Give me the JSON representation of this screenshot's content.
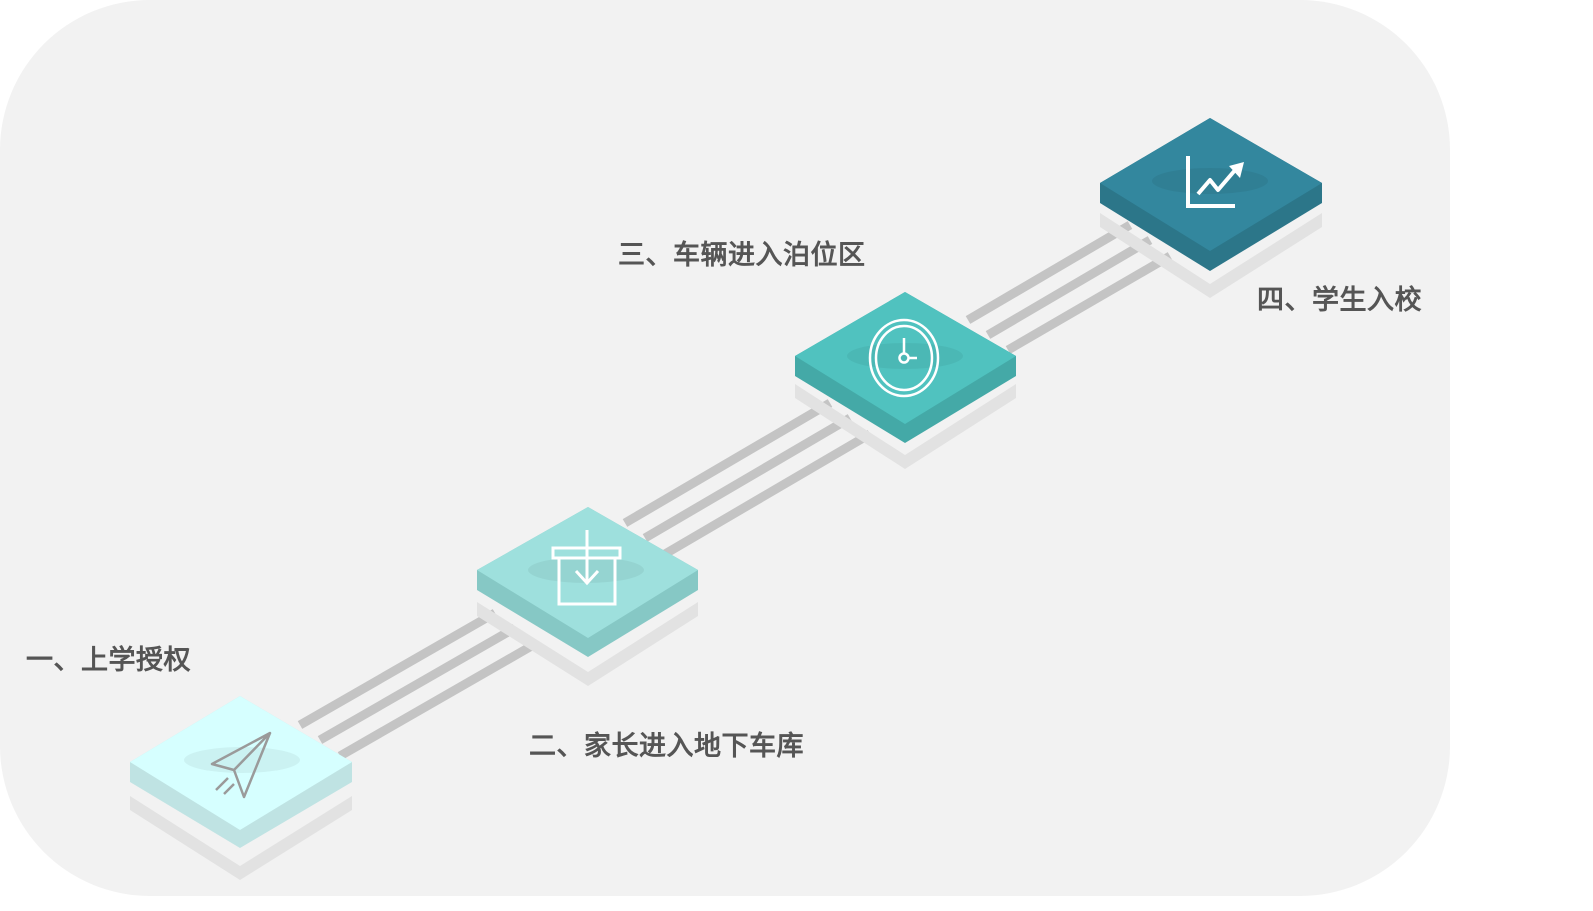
{
  "steps": [
    {
      "label": "一、上学授权",
      "icon": "paper-plane-icon",
      "color": "#d6ffff",
      "side": "#bfe3e3"
    },
    {
      "label": "二、家长进入地下车库",
      "icon": "box-arrow-down-icon",
      "color": "#9ee0dd",
      "side": "#86c8c5"
    },
    {
      "label": "三、车辆进入泊位区",
      "icon": "clock-icon",
      "color": "#50c2bf",
      "side": "#44a9a7"
    },
    {
      "label": "四、学生入校",
      "icon": "line-chart-icon",
      "color": "#33879e",
      "side": "#2c7689"
    }
  ],
  "colors": {
    "panel": "#f2f2f2",
    "track": "#c4c4c4",
    "shadow": "#e2e2e2",
    "label_text": "#555555"
  }
}
